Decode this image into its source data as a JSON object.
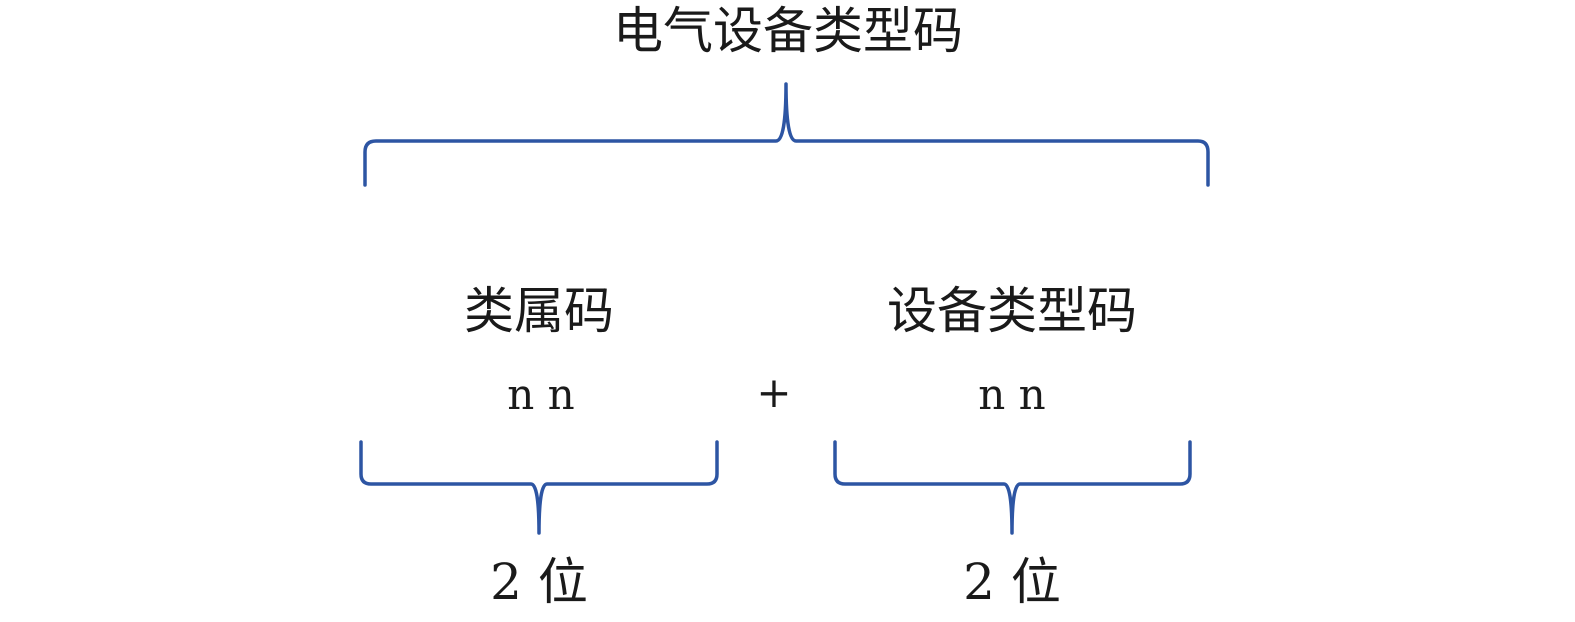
{
  "title": "电气设备类型码",
  "left": {
    "label": "类属码",
    "code": "n n",
    "digits": "2 位"
  },
  "right": {
    "label": "设备类型码",
    "code": "n n",
    "digits": "2 位"
  },
  "operator": "+",
  "colors": {
    "brace": "#2d55a3",
    "text": "#1a1a1a"
  }
}
